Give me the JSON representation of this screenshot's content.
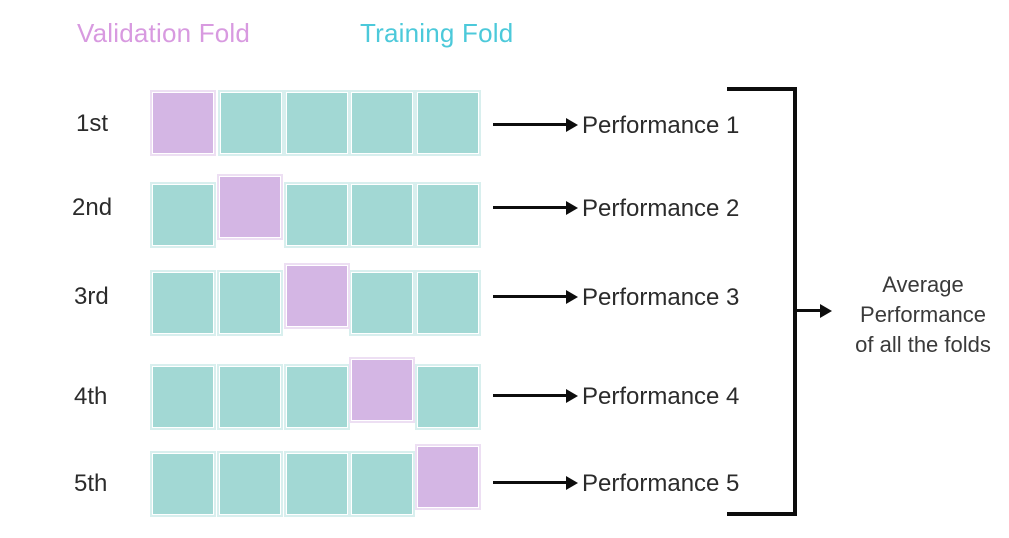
{
  "legend": {
    "validation": {
      "label": "Validation Fold",
      "color": "#d89ae0"
    },
    "training": {
      "label": "Training Fold",
      "color": "#4cc9da"
    }
  },
  "colors": {
    "validation_fill": "#d4b6e4",
    "training_fill": "#a2d8d4",
    "arrow": "#0d0d0d",
    "text": "#2b2b2b",
    "background": "#ffffff"
  },
  "folds": [
    {
      "label": "1st",
      "validation_index": 0,
      "n_cells": 5,
      "performance": "Performance 1"
    },
    {
      "label": "2nd",
      "validation_index": 1,
      "n_cells": 5,
      "performance": "Performance 2"
    },
    {
      "label": "3rd",
      "validation_index": 2,
      "n_cells": 5,
      "performance": "Performance 3"
    },
    {
      "label": "4th",
      "validation_index": 3,
      "n_cells": 5,
      "performance": "Performance 4"
    },
    {
      "label": "5th",
      "validation_index": 4,
      "n_cells": 5,
      "performance": "Performance 5"
    }
  ],
  "summary": {
    "line1": "Average",
    "line2": "Performance",
    "line3": "of all the folds"
  }
}
